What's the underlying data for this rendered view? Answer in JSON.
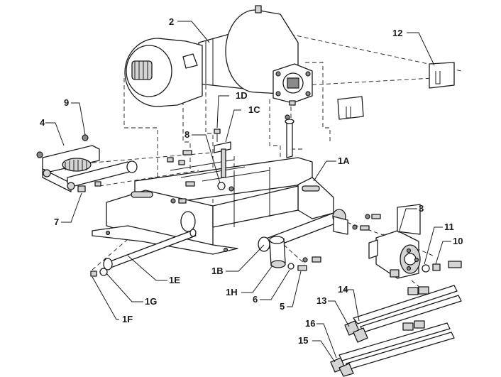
{
  "labels": {
    "l2": "2",
    "l12": "12",
    "l1D": "1D",
    "l1C": "1C",
    "l9": "9",
    "l4": "4",
    "l8": "8",
    "l1A": "1A",
    "l7": "7",
    "l3": "3",
    "l11": "11",
    "l10": "10",
    "l1B": "1B",
    "l1E": "1E",
    "l1H": "1H",
    "l6": "6",
    "l5": "5",
    "l1G": "1G",
    "l1F": "1F",
    "l13": "13",
    "l14": "14",
    "l16": "16",
    "l15": "15"
  },
  "colors": {
    "line": "#1a1a1a",
    "light_fill": "#d4d4d4",
    "dark_fill": "#8a8a8a",
    "background": "#ffffff"
  }
}
